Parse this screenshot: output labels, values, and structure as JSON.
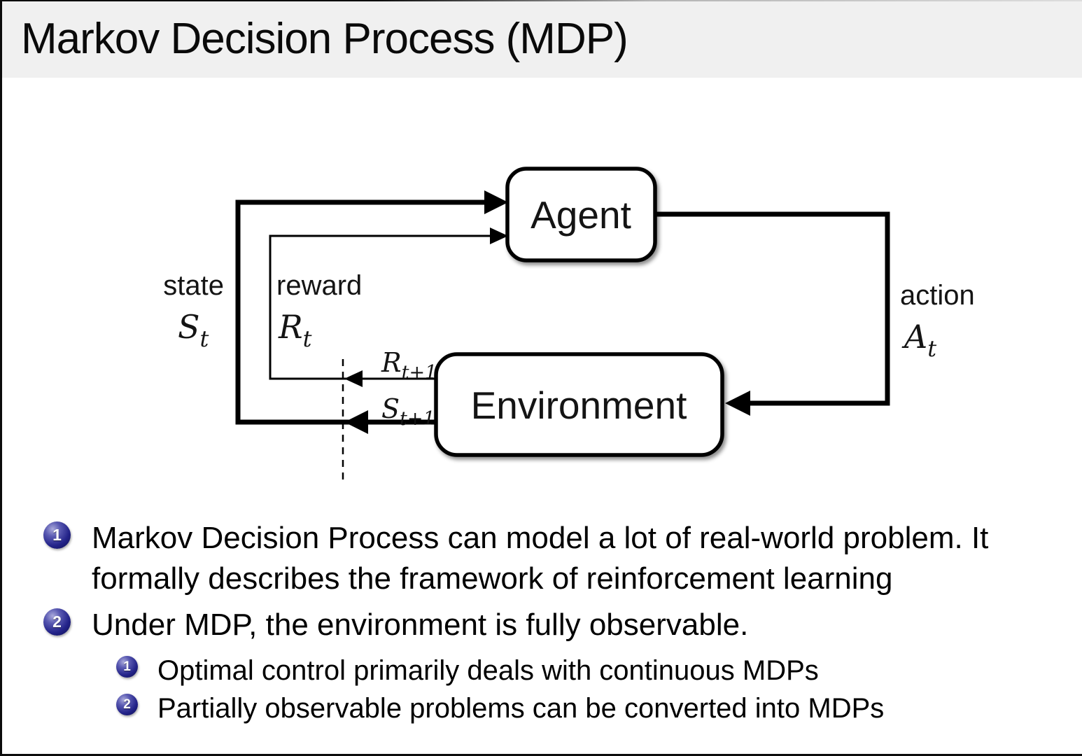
{
  "title": "Markov Decision Process (MDP)",
  "diagram": {
    "agent": "Agent",
    "environment": "Environment",
    "state_word": "state",
    "reward_word": "reward",
    "action_word": "action",
    "sym_S": "S",
    "sym_R": "R",
    "sym_A": "A",
    "sub_t": "t",
    "sub_t1": "t+1"
  },
  "bullets": [
    {
      "num": "1",
      "text": "Markov Decision Process can model a lot of real-world problem. It formally describes the framework of reinforcement learning",
      "subitems": []
    },
    {
      "num": "2",
      "text": "Under MDP, the environment is fully observable.",
      "subitems": [
        {
          "num": "1",
          "text": "Optimal control primarily deals with continuous MDPs"
        },
        {
          "num": "2",
          "text": "Partially observable problems can be converted into MDPs"
        }
      ]
    }
  ],
  "colors": {
    "title_bar_bg": "#f0f0f0",
    "ball_blue": "#24248a",
    "diagram_line": "#000000"
  }
}
